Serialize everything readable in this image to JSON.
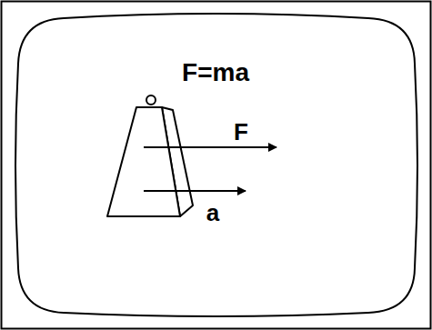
{
  "diagram": {
    "labels": [
      "F=ma",
      "F",
      "a"
    ]
  }
}
